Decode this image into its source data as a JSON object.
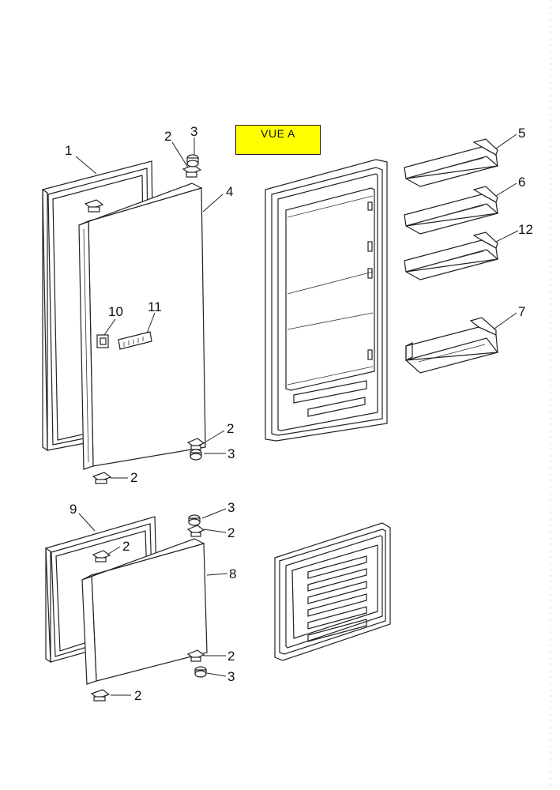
{
  "view_label": "VUE A",
  "callouts": {
    "c1": "1",
    "c2_top": "2",
    "c3_top": "3",
    "c4": "4",
    "c10": "10",
    "c11": "11",
    "c2_hinge_right": "2",
    "c3_hinge_right": "3",
    "c2_hinge_bottom": "2",
    "c5": "5",
    "c6": "6",
    "c12": "12",
    "c7": "7",
    "c9": "9",
    "c2_lower_gasket": "2",
    "c3_lower_top": "3",
    "c2_lower_top": "2",
    "c8": "8",
    "c2_lower_right": "2",
    "c3_lower_right": "3",
    "c2_lower_bottom": "2"
  }
}
